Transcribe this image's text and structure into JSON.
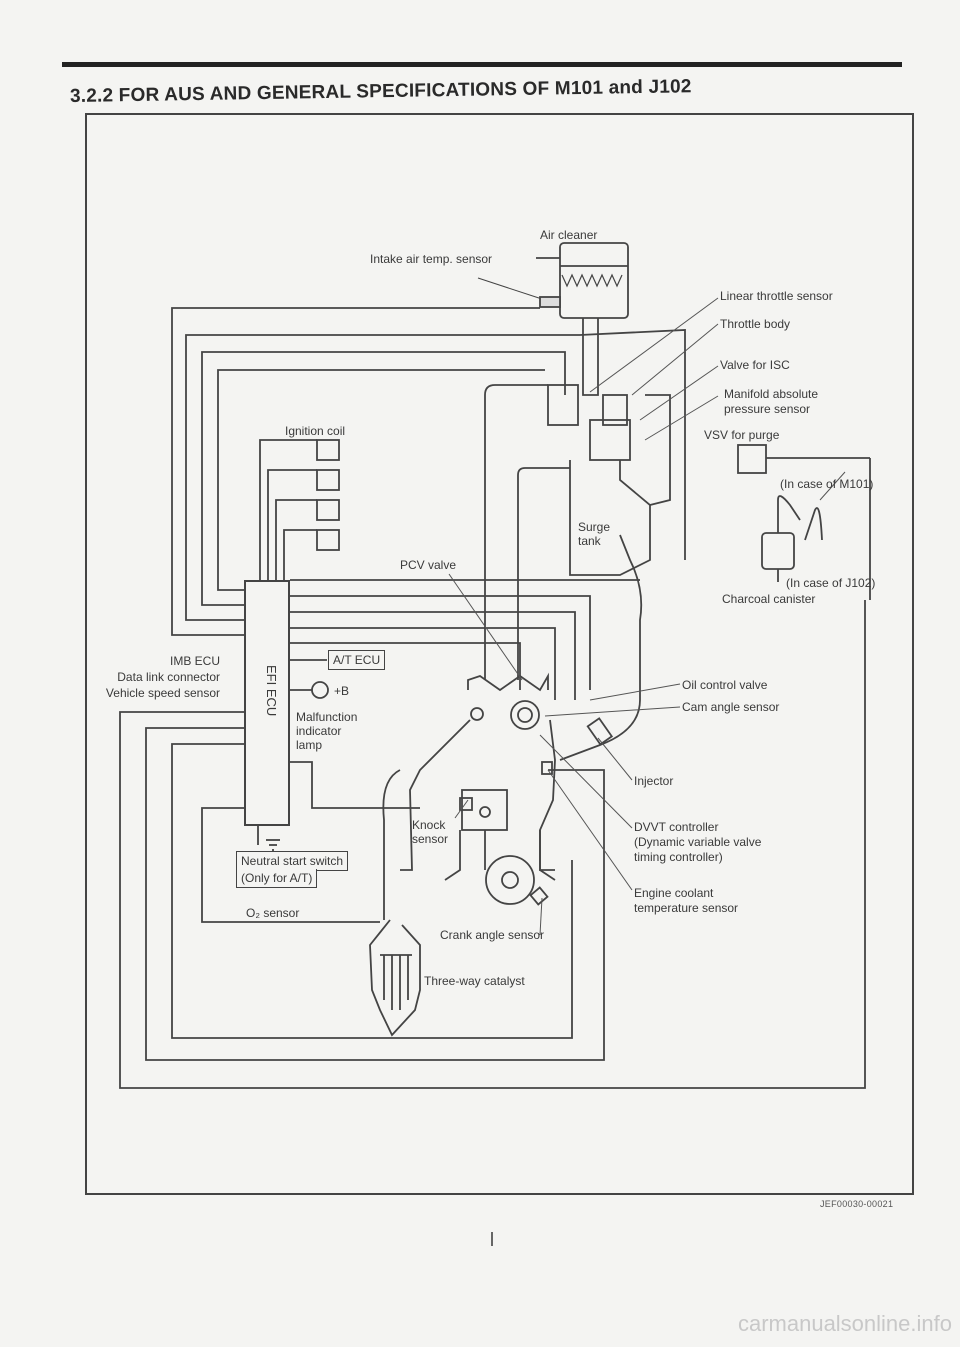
{
  "section_title": "3.2.2  FOR AUS AND GENERAL SPECIFICATIONS OF M101 and J102",
  "labels": {
    "air_cleaner": "Air cleaner",
    "intake_air_temp": "Intake air temp. sensor",
    "linear_throttle": "Linear throttle sensor",
    "throttle_body": "Throttle body",
    "valve_isc": "Valve for ISC",
    "map_sensor_1": "Manifold absolute",
    "map_sensor_2": "pressure sensor",
    "vsv_purge": "VSV for purge",
    "ignition_coil": "Ignition coil",
    "in_case_m101": "(In case of M101)",
    "surge_tank_1": "Surge",
    "surge_tank_2": "tank",
    "pcv_valve": "PCV valve",
    "in_case_j102": "(In case of J102)",
    "charcoal_canister": "Charcoal canister",
    "imb_ecu": "IMB ECU",
    "data_link": "Data link connector",
    "vehicle_speed": "Vehicle speed sensor",
    "at_ecu": "A/T ECU",
    "plus_b": "+B",
    "mil_1": "Malfunction",
    "mil_2": "indicator",
    "mil_3": "lamp",
    "efi_ecu": "EFI ECU",
    "oil_control": "Oil control valve",
    "cam_angle": "Cam angle sensor",
    "injector": "Injector",
    "knock_1": "Knock",
    "knock_2": "sensor",
    "dvvt_1": "DVVT controller",
    "dvvt_2": "(Dynamic variable valve",
    "dvvt_3": "timing controller)",
    "neutral_1": "Neutral start switch",
    "neutral_2": "(Only for A/T)",
    "o2_sensor": "O₂ sensor",
    "ect_1": "Engine coolant",
    "ect_2": "temperature sensor",
    "crank_angle": "Crank angle sensor",
    "catalyst": "Three-way catalyst"
  },
  "figure_code": "JEF00030-00021",
  "footer_site": "carmanualsonline.info"
}
